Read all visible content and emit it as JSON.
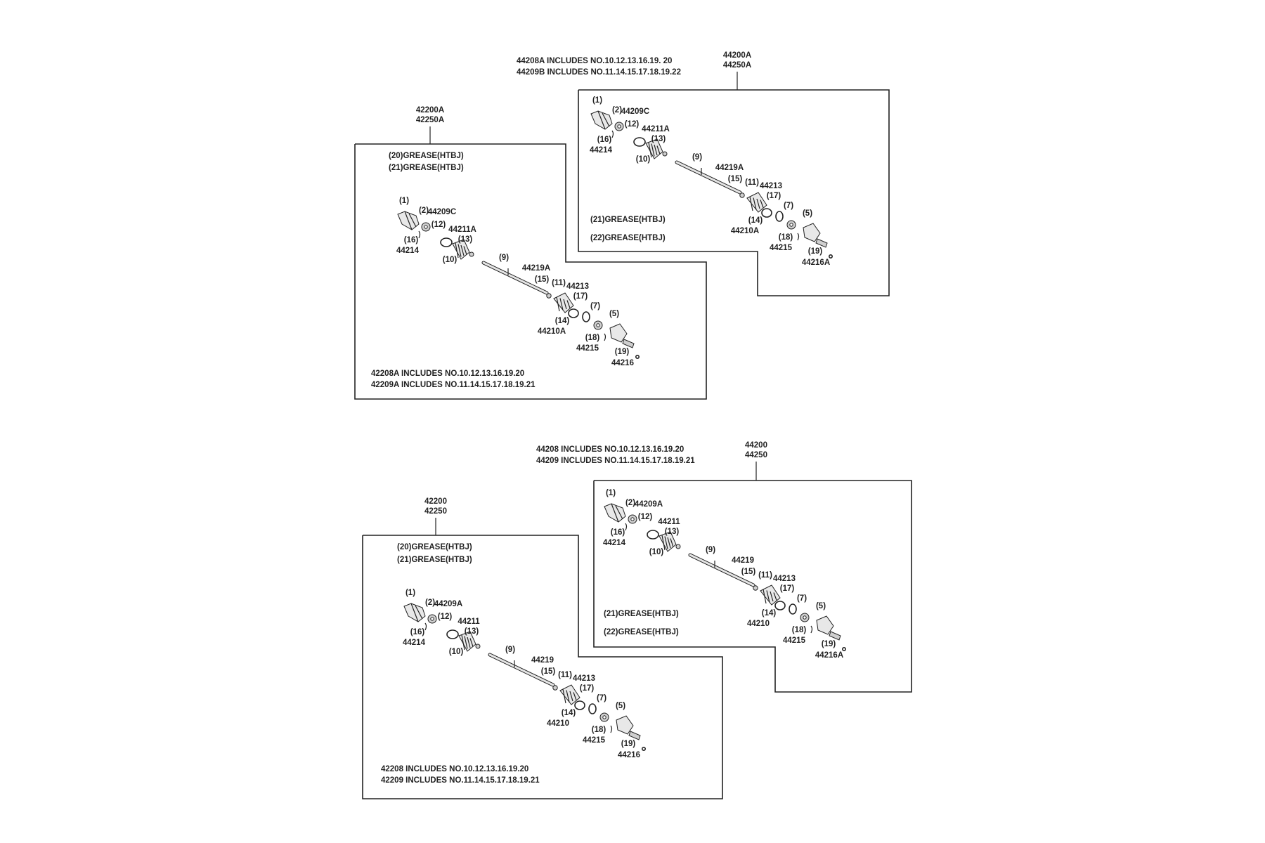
{
  "panels": [
    {
      "id": "upper-left",
      "header": [
        "42200A",
        "42250A"
      ],
      "grease": [
        "(20)GREASE(HTBJ)",
        "(21)GREASE(HTBJ)"
      ],
      "includes": [
        "42208A  INCLUDES NO.10.12.13.16.19.20",
        "42209A  INCLUDES NO.11.14.15.17.18.19.21"
      ],
      "parts": {
        "p1": "(1)",
        "p2": "(2)",
        "p16": "(16)",
        "n44214": "44214",
        "n44209": "44209C",
        "p12": "(12)",
        "n44211": "44211A",
        "p13": "(13)",
        "p10": "(10)",
        "p9": "(9)",
        "n44219": "44219A",
        "p15": "(15)",
        "p11": "(11)",
        "p14": "(14)",
        "n44210": "44210A",
        "n44213": "44213",
        "p17": "(17)",
        "p7": "(7)",
        "p18": "(18)",
        "n44215": "44215",
        "p5": "(5)",
        "p19": "(19)",
        "n44216": "44216"
      }
    },
    {
      "id": "upper-right",
      "header": [
        "44200A",
        "44250A"
      ],
      "grease": [
        "(21)GREASE(HTBJ)",
        "(22)GREASE(HTBJ)"
      ],
      "includes": [
        "44208A  INCLUDES NO.10.12.13.16.19. 20",
        "44209B  INCLUDES NO.11.14.15.17.18.19.22"
      ],
      "parts": {
        "p1": "(1)",
        "p2": "(2)",
        "p16": "(16)",
        "n44214": "44214",
        "n44209": "44209C",
        "p12": "(12)",
        "n44211": "44211A",
        "p13": "(13)",
        "p10": "(10)",
        "p9": "(9)",
        "n44219": "44219A",
        "p15": "(15)",
        "p11": "(11)",
        "p14": "(14)",
        "n44210": "44210A",
        "n44213": "44213",
        "p17": "(17)",
        "p7": "(7)",
        "p18": "(18)",
        "n44215": "44215",
        "p5": "(5)",
        "p19": "(19)",
        "n44216": "44216A"
      }
    },
    {
      "id": "lower-left",
      "header": [
        "42200",
        "42250"
      ],
      "grease": [
        "(20)GREASE(HTBJ)",
        "(21)GREASE(HTBJ)"
      ],
      "includes": [
        "42208  INCLUDES NO.10.12.13.16.19.20",
        "42209  INCLUDES NO.11.14.15.17.18.19.21"
      ],
      "parts": {
        "p1": "(1)",
        "p2": "(2)",
        "p16": "(16)",
        "n44214": "44214",
        "n44209": "44209A",
        "p12": "(12)",
        "n44211": "44211",
        "p13": "(13)",
        "p10": "(10)",
        "p9": "(9)",
        "n44219": "44219",
        "p15": "(15)",
        "p11": "(11)",
        "p14": "(14)",
        "n44210": "44210",
        "n44213": "44213",
        "p17": "(17)",
        "p7": "(7)",
        "p18": "(18)",
        "n44215": "44215",
        "p5": "(5)",
        "p19": "(19)",
        "n44216": "44216"
      }
    },
    {
      "id": "lower-right",
      "header": [
        "44200",
        "44250"
      ],
      "grease": [
        "(21)GREASE(HTBJ)",
        "(22)GREASE(HTBJ)"
      ],
      "includes": [
        "44208  INCLUDES NO.10.12.13.16.19.20",
        "44209  INCLUDES NO.11.14.15.17.18.19.21"
      ],
      "parts": {
        "p1": "(1)",
        "p2": "(2)",
        "p16": "(16)",
        "n44214": "44214",
        "n44209": "44209A",
        "p12": "(12)",
        "n44211": "44211",
        "p13": "(13)",
        "p10": "(10)",
        "p9": "(9)",
        "n44219": "44219",
        "p15": "(15)",
        "p11": "(11)",
        "p14": "(14)",
        "n44210": "44210",
        "n44213": "44213",
        "p17": "(17)",
        "p7": "(7)",
        "p18": "(18)",
        "n44215": "44215",
        "p5": "(5)",
        "p19": "(19)",
        "n44216": "44216A"
      }
    }
  ]
}
